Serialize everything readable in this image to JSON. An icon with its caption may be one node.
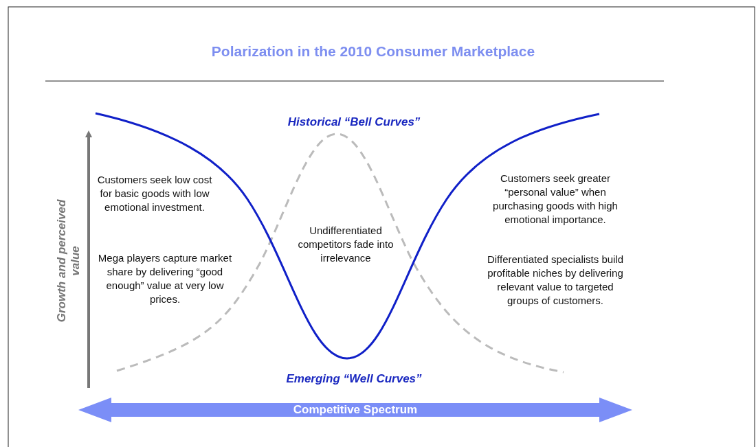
{
  "diagram": {
    "title": "Polarization in the 2010 Consumer Marketplace",
    "labels": [
      "Historical “Bell Curves”",
      "Growth and perceived value",
      "Customers seek low cost for basic goods with low emotional investment.",
      "Customers seek greater “personal value” when purchasing goods with high emotional importance.",
      "Undifferentiated competitors fade into irrelevance",
      "Mega players capture market share by delivering “good enough” value at very low prices.",
      "Differentiated specialists build profitable niches by delivering relevant value to targeted groups of customers.",
      "Emerging “Well Curves”",
      "Competitive Spectrum"
    ]
  }
}
